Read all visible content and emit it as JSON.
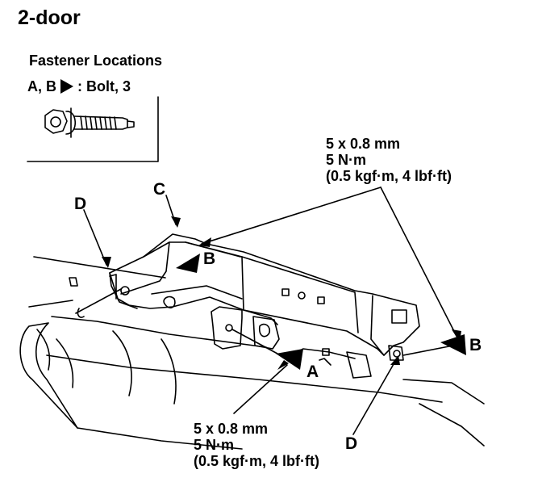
{
  "title": "2-door",
  "fastener": {
    "heading": "Fastener Locations",
    "ids": "A, B",
    "desc": ": Bolt, 3"
  },
  "torque_spec_top": {
    "size": "5 x 0.8 mm",
    "torque_nm": "5 N·m",
    "torque_alt": "(0.5 kgf·m, 4 lbf·ft)"
  },
  "torque_spec_bottom": {
    "size": "5 x 0.8 mm",
    "torque_nm": "5 N·m",
    "torque_alt": "(0.5 kgf·m, 4 lbf·ft)"
  },
  "callouts": {
    "c": "C",
    "d_left": "D",
    "d_bottom": "D",
    "b_left": "B",
    "b_right": "B",
    "a": "A"
  },
  "colors": {
    "ink": "#000000",
    "paper": "#ffffff"
  }
}
